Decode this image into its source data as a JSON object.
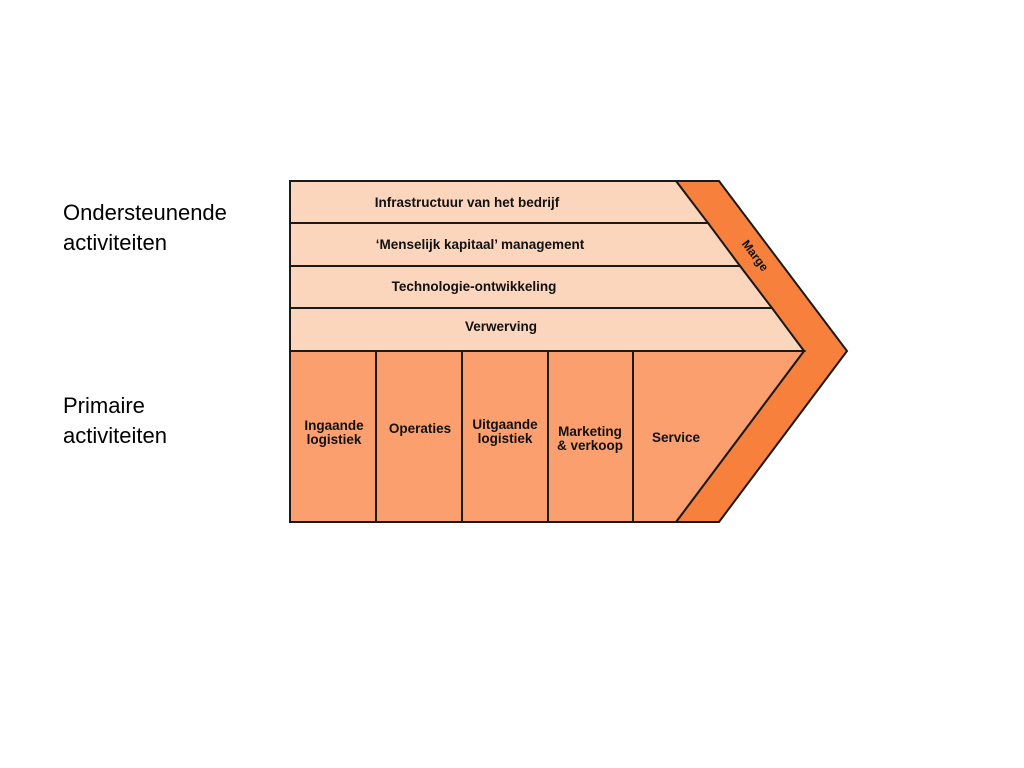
{
  "labels": {
    "support_line1": "Ondersteunende",
    "support_line2": "activiteiten",
    "primary_line1": "Primaire",
    "primary_line2": "activiteiten"
  },
  "support_activities": [
    {
      "label": "Infrastructuur van het bedrijf"
    },
    {
      "label": "‘Menselijk kapitaal’ management"
    },
    {
      "label": "Technologie-ontwikkeling"
    },
    {
      "label": "Verwerving"
    }
  ],
  "primary_activities": [
    {
      "line1": "Ingaande",
      "line2": "logistiek"
    },
    {
      "line1": "Operaties",
      "line2": ""
    },
    {
      "line1": "Uitgaande",
      "line2": "logistiek"
    },
    {
      "line1": "Marketing",
      "line2": "& verkoop"
    },
    {
      "line1": "Service",
      "line2": ""
    }
  ],
  "margin": {
    "label": "Marge"
  },
  "colors": {
    "support_fill": "#fcd5bd",
    "primary_fill": "#fb9f6f",
    "margin_fill": "#f6803c",
    "stroke": "#1a1a1a"
  }
}
